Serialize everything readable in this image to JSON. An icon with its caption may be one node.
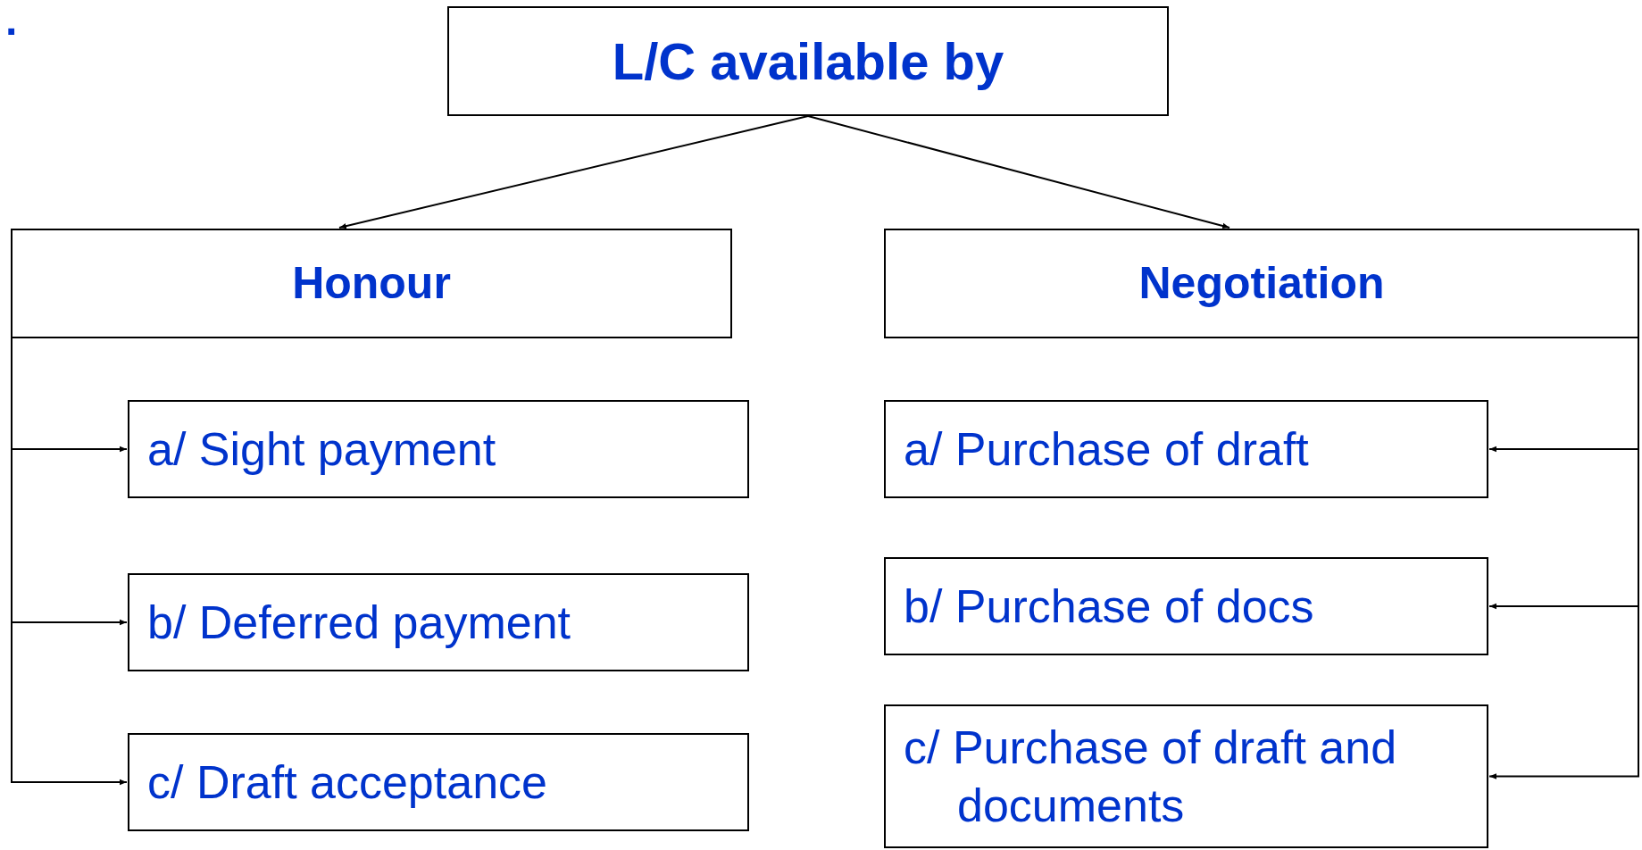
{
  "diagram": {
    "nodes": [
      {
        "text": [
          "L/C available by"
        ]
      },
      {
        "text": [
          "Honour"
        ]
      },
      {
        "text": [
          "Negotiation"
        ]
      },
      {
        "text": [
          "a/ Sight payment"
        ]
      },
      {
        "text": [
          "b/ Deferred payment"
        ]
      },
      {
        "text": [
          "c/ Draft acceptance"
        ]
      },
      {
        "text": [
          "a/ Purchase of draft"
        ]
      },
      {
        "text": [
          "b/ Purchase of docs"
        ]
      },
      {
        "text": [
          "c/ Purchase of draft and documents"
        ]
      }
    ],
    "edges": [
      {
        "from": 0,
        "to": 1,
        "arrow": "to"
      },
      {
        "from": 0,
        "to": 2,
        "arrow": "to"
      },
      {
        "from": 1,
        "to": 3,
        "arrow": "to"
      },
      {
        "from": 1,
        "to": 4,
        "arrow": "to"
      },
      {
        "from": 1,
        "to": 5,
        "arrow": "to"
      },
      {
        "from": 2,
        "to": 6,
        "arrow": "to"
      },
      {
        "from": 2,
        "to": 7,
        "arrow": "to"
      },
      {
        "from": 2,
        "to": 8,
        "arrow": "to"
      }
    ],
    "labels": [
      "·"
    ]
  }
}
